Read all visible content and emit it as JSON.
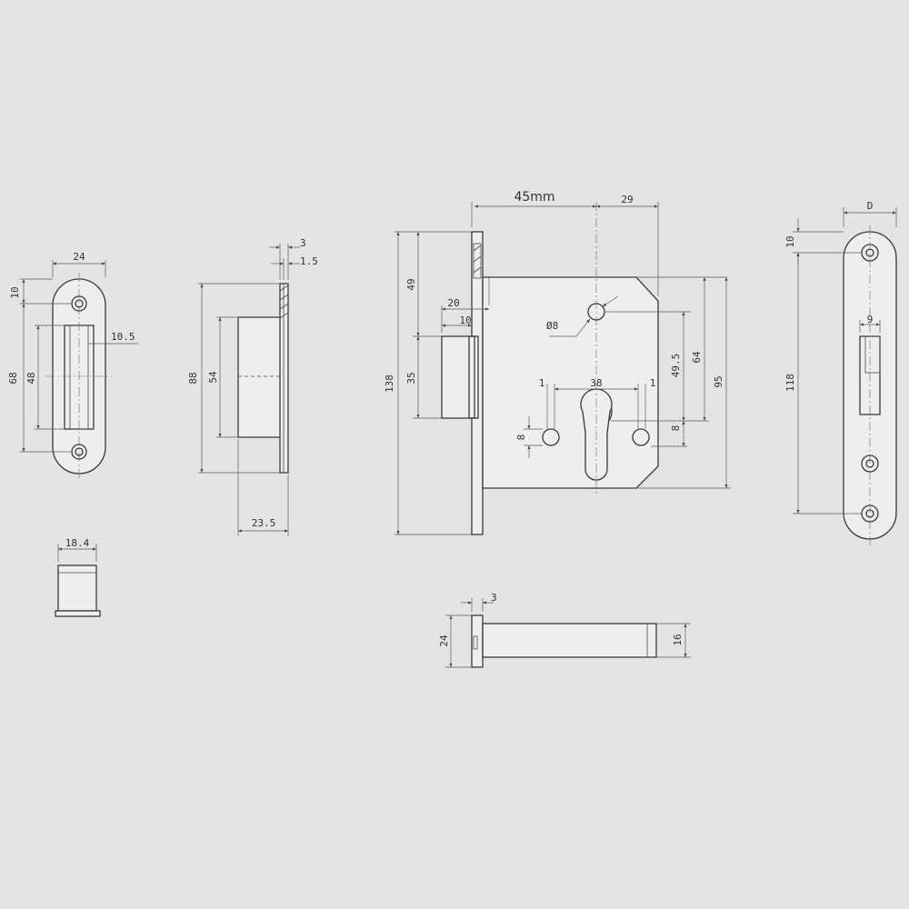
{
  "strike_front": {
    "width": "24",
    "slot_width": "10.5",
    "top_offset": "10",
    "height": "68",
    "slot_height": "48"
  },
  "strike_cup": {
    "width": "18.4"
  },
  "side_profile": {
    "flange_thickness": "3",
    "plate_thickness": "1.5",
    "height": "88",
    "body_height": "54",
    "depth": "23.5"
  },
  "lock_body": {
    "backset": "45mm",
    "case_width": "29",
    "latch_offset": "49",
    "latch_width": "20",
    "latch_projection": "10",
    "faceplate_height": "138",
    "latch_height": "35",
    "hole_diameter": "Ø8",
    "spindle_to_cylinder": "49.5",
    "case_upper": "64",
    "case_height": "95",
    "screw_offset_left": "1",
    "screw_spacing": "38",
    "screw_offset_right": "1",
    "screw_diameter_left": "8",
    "screw_diameter_right": "8"
  },
  "faceplate": {
    "width": "D",
    "top_offset": "10",
    "slot_width": "9",
    "height": "118"
  },
  "bolt": {
    "flange_thickness": "3",
    "flange_height": "24",
    "bolt_height": "16"
  }
}
